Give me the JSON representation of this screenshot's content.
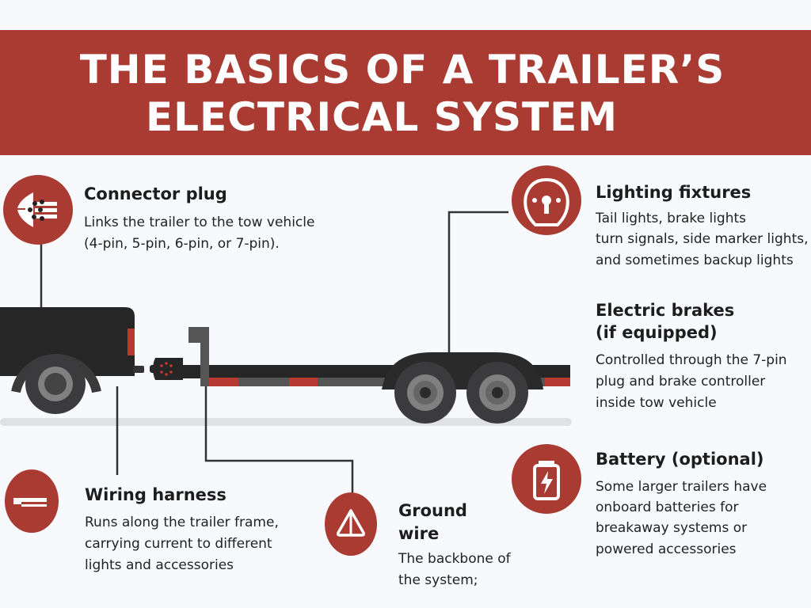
{
  "header": {
    "title_line1": "THE BASICS OF A TRAILER’S",
    "title_line2": "ELECTRICAL SYSTEM"
  },
  "colors": {
    "accent": "#a93b33",
    "dark": "#262626",
    "background": "#f7f9fc"
  },
  "callouts": [
    {
      "icon": "connector-plug-icon",
      "title": "Connector plug",
      "lines": [
        "Links the trailer to the tow vehicle",
        "(4-pin, 5-pin, 6-pin, or 7-pin)."
      ]
    },
    {
      "icon": "light-bulb-icon",
      "title": "Lighting fixtures",
      "lines": [
        "Tail lights, brake lights",
        "turn signals, side marker lights,",
        "and sometimes backup lights"
      ]
    },
    {
      "icon": "",
      "title_lines": [
        "Electric brakes",
        "(if equipped)"
      ],
      "lines": [
        "Controlled through the 7-pin",
        "plug and brake controller",
        "inside tow vehicle"
      ]
    },
    {
      "icon": "battery-icon",
      "title": "Battery (optional)",
      "lines": [
        "Some larger trailers have",
        "onboard batteries for",
        "breakaway systems or",
        "powered accessories"
      ]
    },
    {
      "icon": "wire-harness-icon",
      "title": "Wiring harness",
      "lines": [
        "Runs along the trailer frame,",
        "carrying current to different",
        "lights and accessories"
      ]
    },
    {
      "icon": "warning-triangle-icon",
      "title_lines": [
        "Ground",
        "wire"
      ],
      "lines": [
        "The backbone of",
        "the system;"
      ]
    }
  ]
}
